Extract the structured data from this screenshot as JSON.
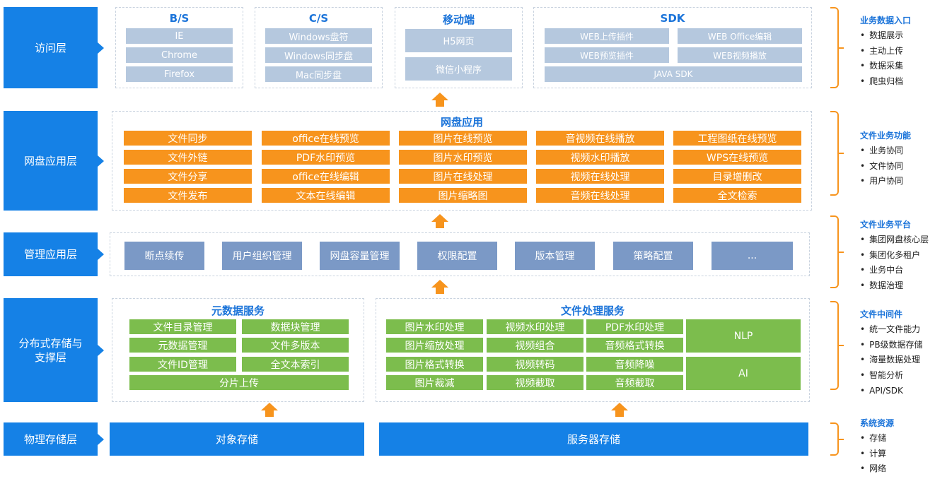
{
  "layers": [
    "访问层",
    "网盘应用层",
    "管理应用层",
    "分布式存储与\n支撑层",
    "物理存储层"
  ],
  "access": {
    "bs": {
      "title": "B/S",
      "items": [
        "IE",
        "Chrome",
        "Firefox"
      ]
    },
    "cs": {
      "title": "C/S",
      "items": [
        "Windows盘符",
        "Windows同步盘",
        "Mac同步盘"
      ]
    },
    "mobile": {
      "title": "移动端",
      "items": [
        "H5网页",
        "微信小程序"
      ]
    },
    "sdk": {
      "title": "SDK",
      "items": [
        "WEB上传插件",
        "WEB Office编辑",
        "WEB预览插件",
        "WEB视频播放",
        "JAVA SDK"
      ]
    }
  },
  "netdisk": {
    "title": "网盘应用",
    "items": [
      "文件同步",
      "office在线预览",
      "图片在线预览",
      "音视频在线播放",
      "工程图纸在线预览",
      "文件外链",
      "PDF水印预览",
      "图片水印预览",
      "视频水印播放",
      "WPS在线预览",
      "文件分享",
      "office在线编辑",
      "图片在线处理",
      "视频在线处理",
      "目录增删改",
      "文件发布",
      "文本在线编辑",
      "图片缩略图",
      "音频在线处理",
      "全文检索"
    ]
  },
  "management": {
    "items": [
      "断点续传",
      "用户组织管理",
      "网盘容量管理",
      "权限配置",
      "版本管理",
      "策略配置",
      "..."
    ]
  },
  "metadata": {
    "title": "元数据服务",
    "items": [
      "文件目录管理",
      "数据块管理",
      "元数据管理",
      "文件多版本",
      "文件ID管理",
      "全文本索引",
      "分片上传"
    ]
  },
  "fileproc": {
    "title": "文件处理服务",
    "items": [
      "图片水印处理",
      "视频水印处理",
      "PDF水印处理",
      "图片缩放处理",
      "视频组合",
      "音频格式转换",
      "图片格式转换",
      "视频转码",
      "音频降噪",
      "图片裁减",
      "视频截取",
      "音频截取"
    ],
    "nlp": "NLP",
    "ai": "AI"
  },
  "physical": {
    "object": "对象存储",
    "server": "服务器存储"
  },
  "side": [
    {
      "title": "业务数据入口",
      "items": [
        "数据展示",
        "主动上传",
        "数据采集",
        "爬虫归档"
      ]
    },
    {
      "title": "文件业务功能",
      "items": [
        "业务协同",
        "文件协同",
        "用户协同"
      ]
    },
    {
      "title": "文件业务平台",
      "items": [
        "集团网盘核心层",
        "集团化多租户",
        "业务中台",
        "数据治理"
      ]
    },
    {
      "title": "文件中间件",
      "items": [
        "统一文件能力",
        "PB级数据存储",
        "海量数据处理",
        "智能分析",
        "API/SDK"
      ]
    },
    {
      "title": "系统资源",
      "items": [
        "存储",
        "计算",
        "网络"
      ]
    }
  ],
  "colors": {
    "layer_blue": "#1581e6",
    "orange": "#f7941d",
    "green": "#7cbd4d",
    "steel": "#7b99c6",
    "gray": "#b5c8de",
    "title_blue": "#1a73d9"
  }
}
